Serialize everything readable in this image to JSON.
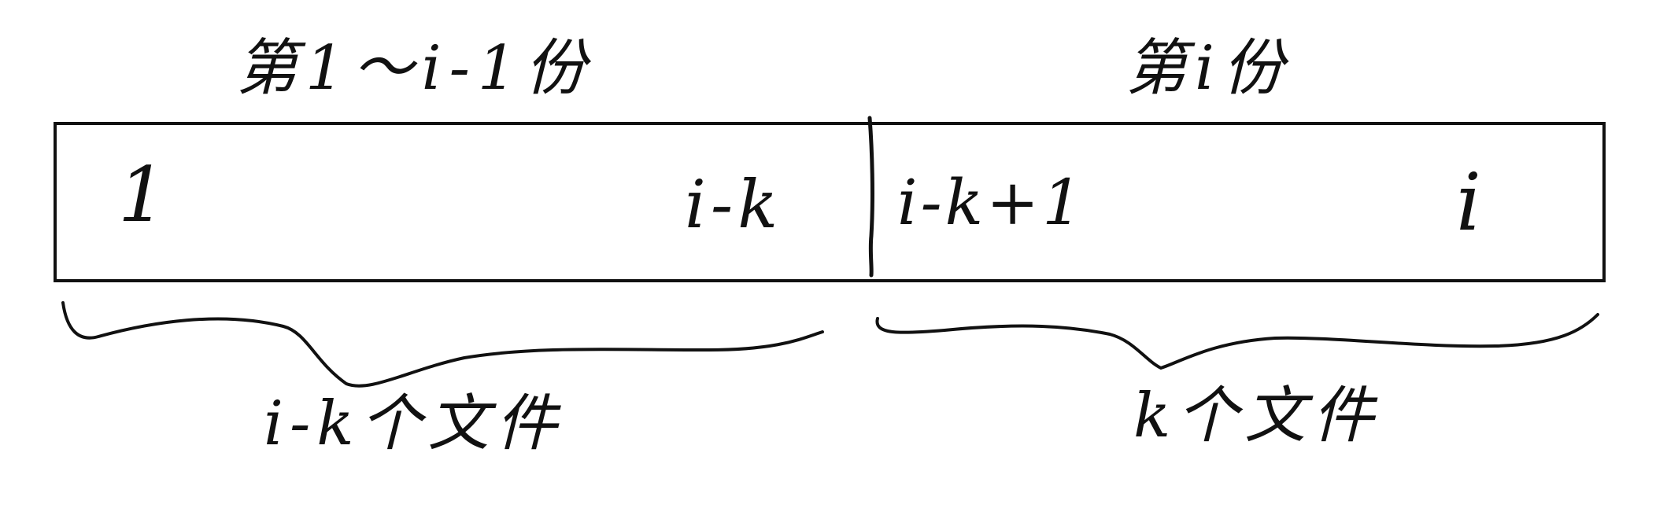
{
  "diagram": {
    "top_labels": {
      "left": "第1～i-1份",
      "right": "第i份"
    },
    "cells": {
      "start": "1",
      "left_end": "i-k",
      "right_start": "i-k+1",
      "right_end": "i"
    },
    "bottom_labels": {
      "left": "i-k个文件",
      "right": "k个文件"
    },
    "colors": {
      "ink": "#111111",
      "background": "#ffffff"
    }
  }
}
